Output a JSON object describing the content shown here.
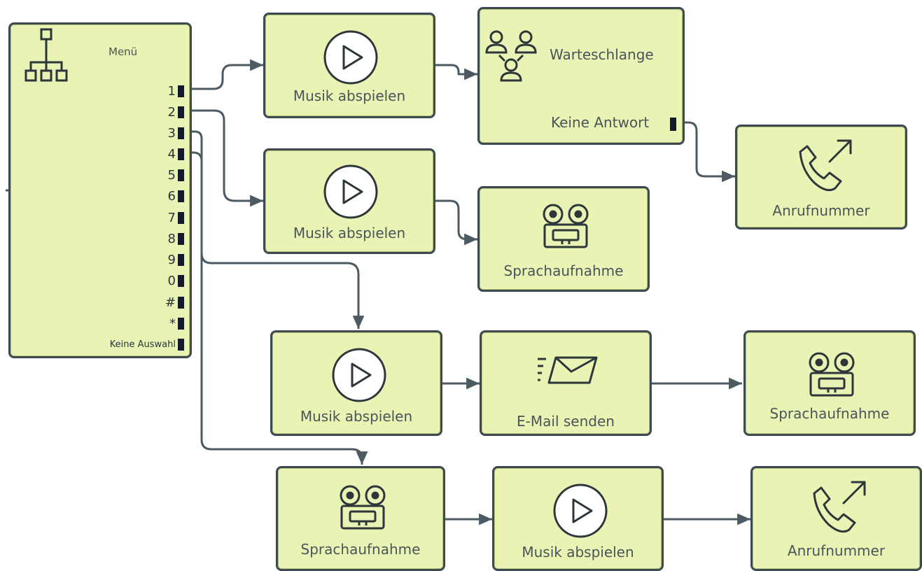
{
  "menu": {
    "title": "Menü",
    "options": [
      "1",
      "2",
      "3",
      "4",
      "5",
      "6",
      "7",
      "8",
      "9",
      "0",
      "#",
      "*",
      "Keine Auswahl"
    ]
  },
  "nodes": {
    "music_1": "Musik abspielen",
    "queue": "Warteschlange",
    "queue_no_answer": "Keine Antwort",
    "call_1": "Anrufnummer",
    "music_2": "Musik abspielen",
    "recording_1": "Sprachaufnahme",
    "music_3": "Musik abspielen",
    "email": "E-Mail senden",
    "recording_2": "Sprachaufnahme",
    "recording_3": "Sprachaufnahme",
    "music_4": "Musik abspielen",
    "call_2": "Anrufnummer"
  },
  "colors": {
    "node_fill": "#e8f3b4",
    "node_border": "#3c4a52",
    "connector": "#4c5a62",
    "port": "#141a2a",
    "text": "#4a545a"
  },
  "icons": {
    "menu": "hierarchy-icon",
    "music": "play-icon",
    "queue": "queue-people-icon",
    "call": "outgoing-call-icon",
    "recording": "tape-recorder-icon",
    "email": "send-mail-icon"
  }
}
